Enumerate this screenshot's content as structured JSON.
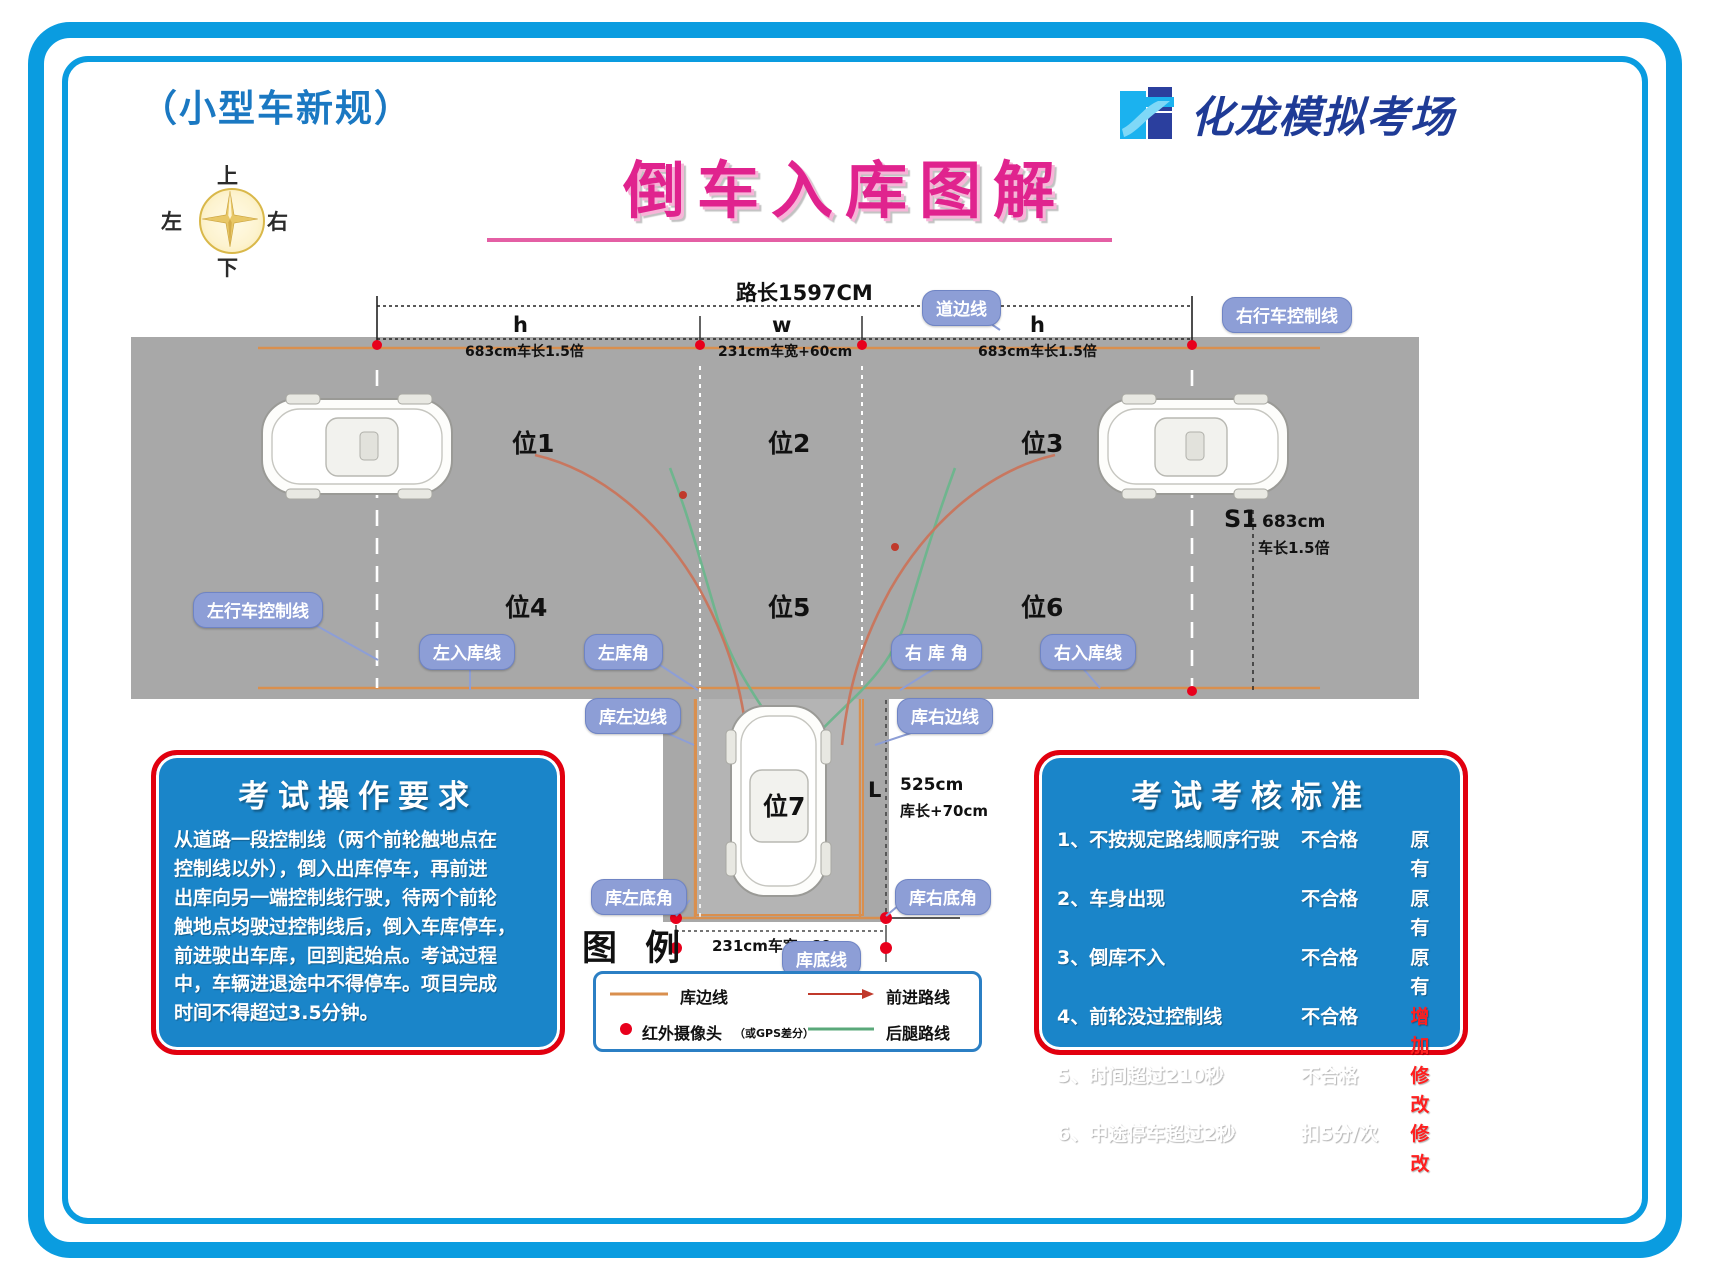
{
  "header": {
    "subtitle": "（小型车新规）",
    "title": "倒车入库图解",
    "brand_text": "化龙模拟考场",
    "brand_mark_icon": "huilong-logo-icon"
  },
  "compass": {
    "up": "上",
    "down": "下",
    "left": "左",
    "right": "右",
    "star_icon": "compass-star-icon"
  },
  "diagram": {
    "road_length_label": "路长1597CM",
    "seg_h_left": {
      "letter": "h",
      "detail": "683cm车长1.5倍"
    },
    "seg_w_mid": {
      "letter": "w",
      "detail": "231cm车宽+60cm"
    },
    "seg_h_right": {
      "letter": "h",
      "detail": "683cm车长1.5倍"
    },
    "s1_label": "S1",
    "s1_value": "683cm",
    "s1_note": "车长1.5倍",
    "garage_depth_value": "525cm",
    "garage_depth_note": "库长+70cm",
    "garage_depth_letter": "L",
    "garage_width_label": "231cm车宽+60cm",
    "positions": [
      "位1",
      "位2",
      "位3",
      "位4",
      "位5",
      "位6",
      "位7"
    ],
    "tags": {
      "road_edge_line": "道边线",
      "right_control_line": "右行车控制线",
      "left_control_line": "左行车控制线",
      "left_entry_line": "左入库线",
      "left_garage_corner": "左库角",
      "right_garage_corner": "右 库 角",
      "right_entry_line": "右入库线",
      "garage_left_edge": "库左边线",
      "garage_right_edge": "库右边线",
      "garage_left_bottom_corner": "库左底角",
      "garage_right_bottom_corner": "库右底角",
      "garage_bottom_line": "库底线"
    }
  },
  "legend": {
    "title": "图 例",
    "items": [
      {
        "name": "库边线",
        "icon": "orange-line-icon",
        "color": "#d98f4e"
      },
      {
        "name": "前进路线",
        "icon": "red-arrow-icon",
        "color": "#c0392b"
      },
      {
        "name": "红外摄像头",
        "sub": "（或GPS差分）",
        "icon": "red-dot-icon",
        "color": "#e8001c"
      },
      {
        "name": "后腿路线",
        "icon": "green-line-icon",
        "color": "#5aa87a"
      }
    ]
  },
  "operation_box": {
    "title": "考试操作要求",
    "lines": [
      "从道路一段控制线（两个前轮触地点在",
      "控制线以外），倒入出库停车，再前进",
      "出库向另一端控制线行驶，待两个前轮",
      "触地点均驶过控制线后，倒入车库停车，",
      "前进驶出车库，回到起始点。考试过程",
      "中，车辆进退途中不得停车。项目完成",
      "时间不得超过3.5分钟。"
    ]
  },
  "criteria_box": {
    "title": "考试考核标准",
    "rows": [
      {
        "no": "1、",
        "item": "不按规定路线顺序行驶",
        "result": "不合格",
        "note": "原有",
        "note_red": false
      },
      {
        "no": "2、",
        "item": "车身出现",
        "result": "不合格",
        "note": "原有",
        "note_red": false
      },
      {
        "no": "3、",
        "item": "倒库不入",
        "result": "不合格",
        "note": "原有",
        "note_red": false
      },
      {
        "no": "4、",
        "item": "前轮没过控制线",
        "result": "不合格",
        "note": "增加",
        "note_red": true
      },
      {
        "no": "5、",
        "item": "时间超过210秒",
        "result": "不合格",
        "note": "修改",
        "note_red": true
      },
      {
        "no": "6、",
        "item": "中途停车超过2秒",
        "result": "扣5分/次",
        "note": "修改",
        "note_red": true
      }
    ]
  },
  "colors": {
    "frame_blue": "#0a9ce0",
    "title_pink": "#e0238e",
    "subtitle_blue": "#1a78c2",
    "box_blue": "#1a85c9",
    "box_red": "#e2000f",
    "road_gray": "#a8a8a8",
    "tag_blue": "#8d9ed6",
    "camera_red": "#e8001c",
    "garage_line": "#d98f4e",
    "reverse_green": "#5aa87a",
    "forward_red": "#c0392b"
  }
}
